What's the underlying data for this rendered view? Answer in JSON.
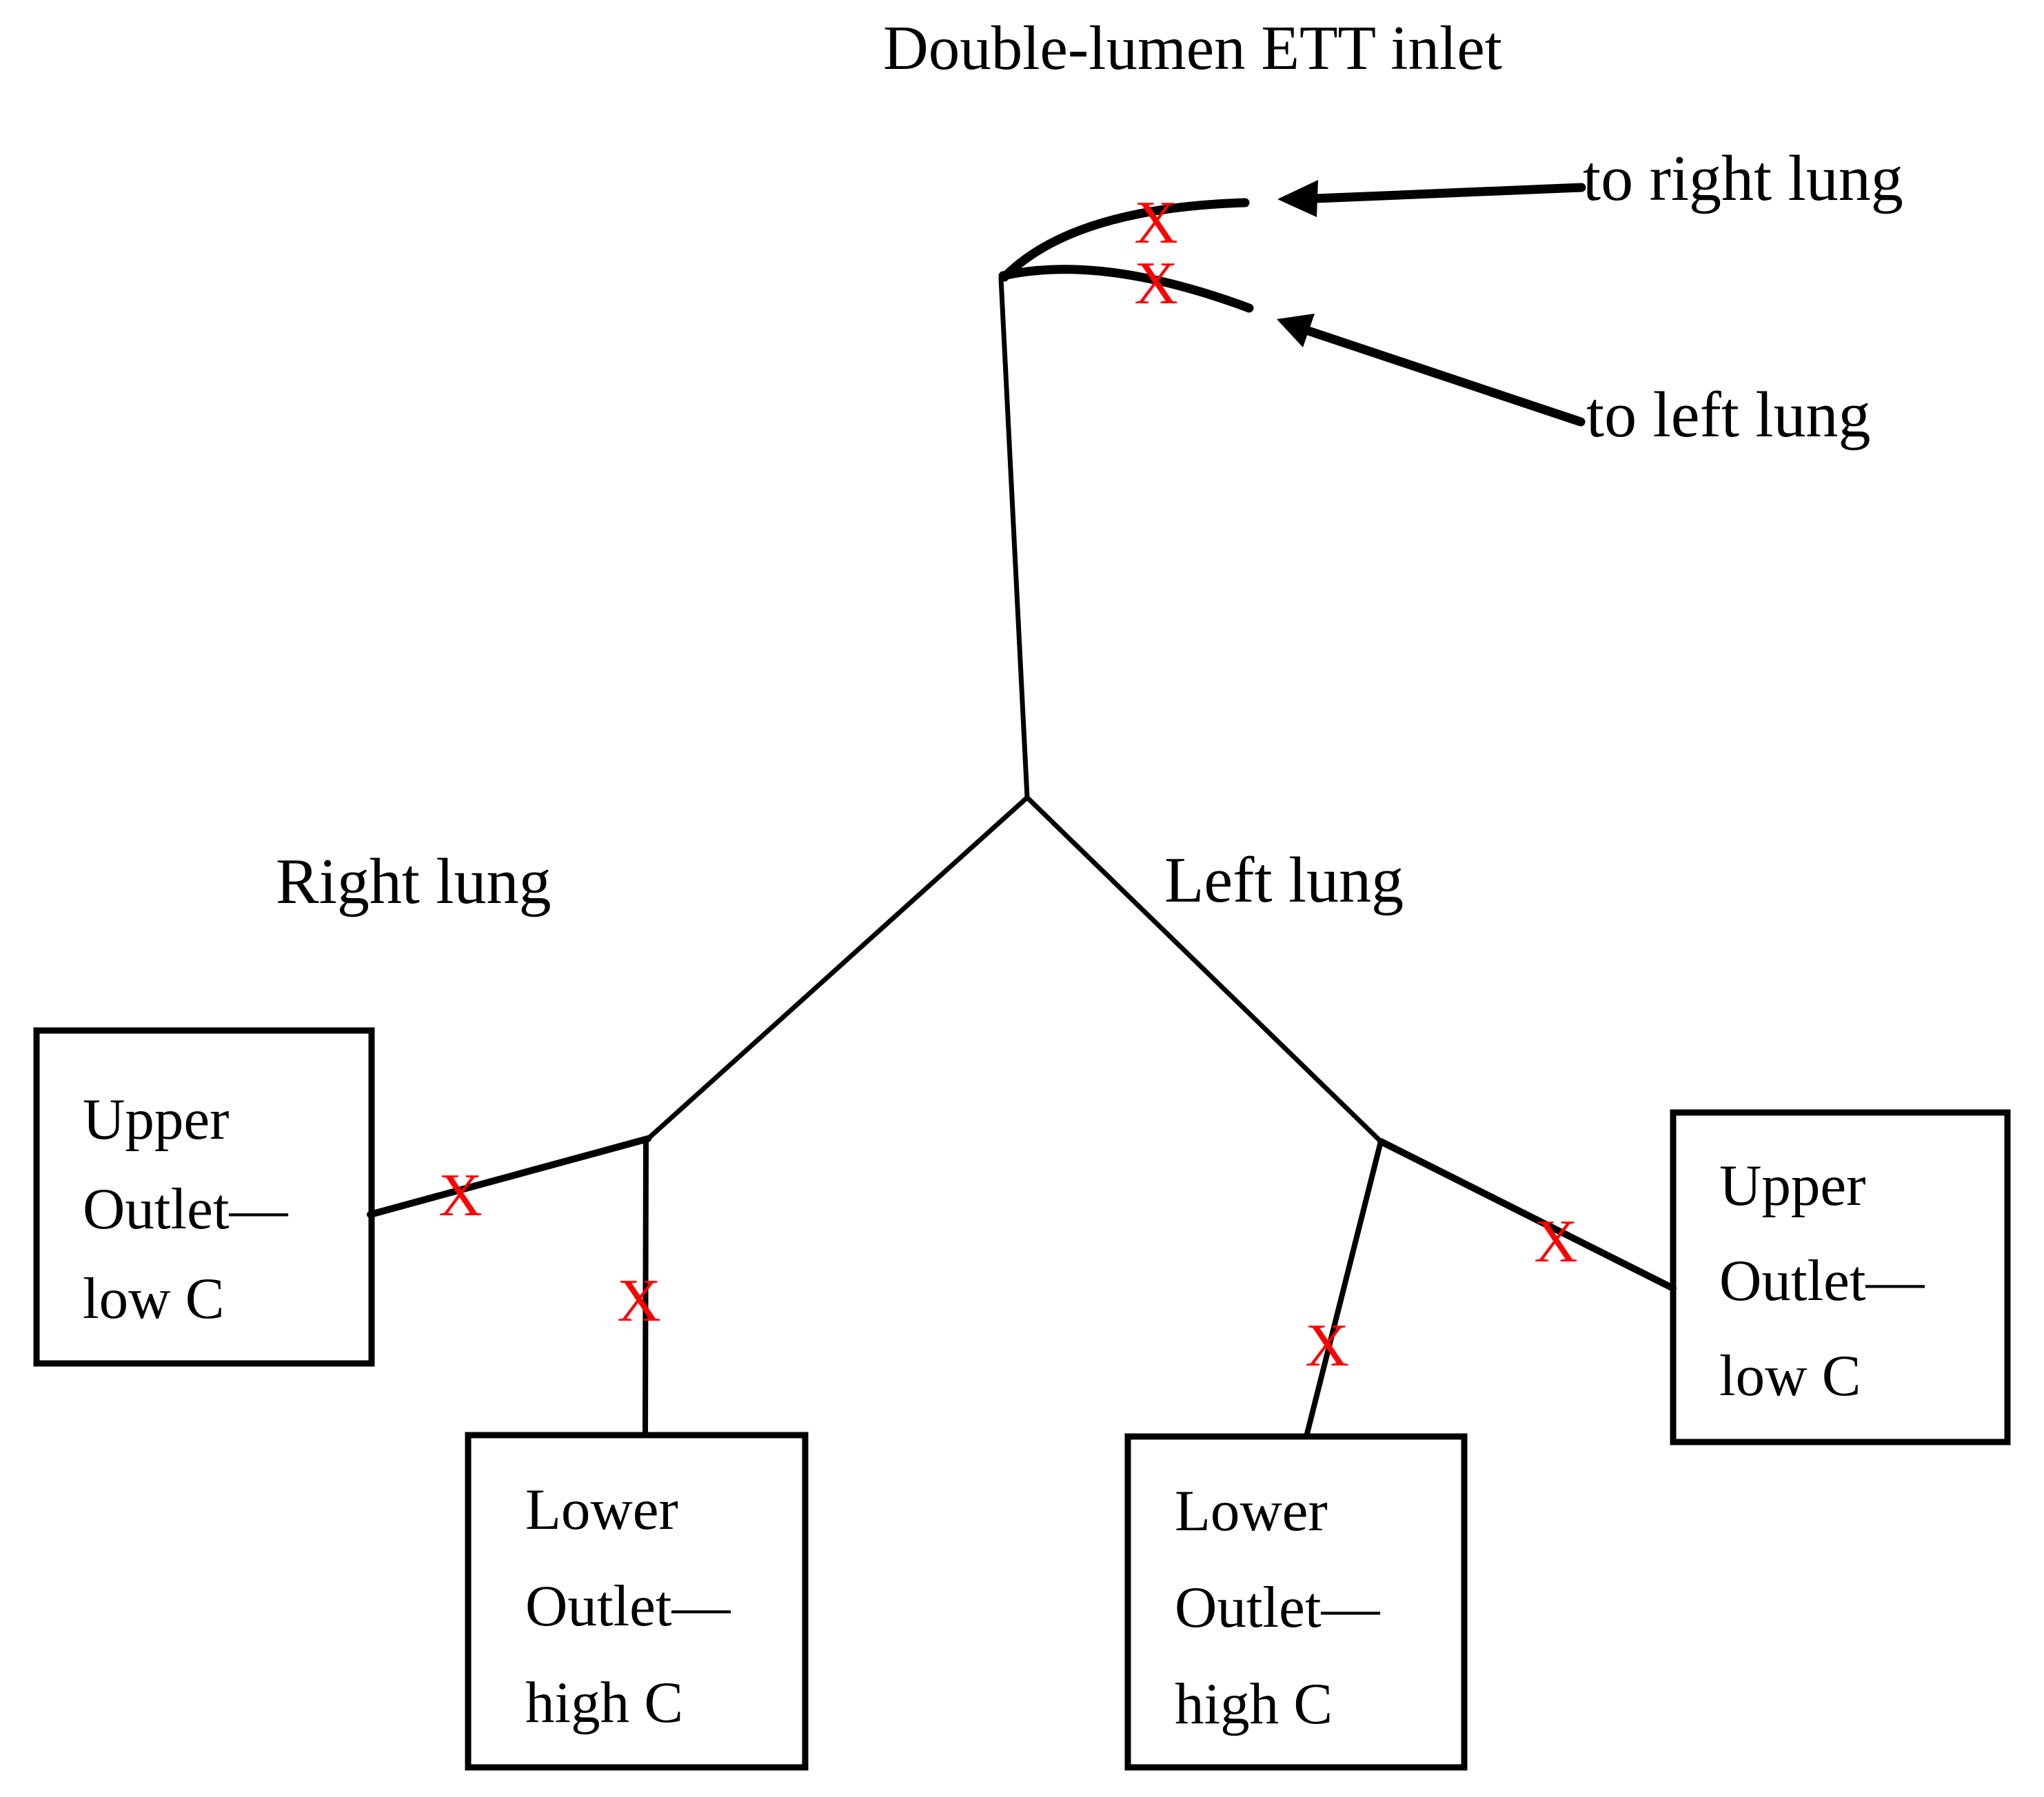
{
  "figure": {
    "title": "Double-lumen ETT inlet",
    "colors": {
      "line": "#000000",
      "occlusion_mark": "#ff0000",
      "background": "#ffffff"
    },
    "inlet": {
      "to_right_lung_label": "to right lung",
      "to_left_lung_label": "to left lung"
    },
    "lungs": {
      "right_label": "Right lung",
      "left_label": "Left lung"
    },
    "occlusion": {
      "glyph": "X",
      "count": 6
    },
    "boxes": {
      "right_upper": {
        "lines": [
          "Upper",
          "Outlet—",
          "low C"
        ]
      },
      "right_lower": {
        "lines": [
          "Lower",
          "Outlet—",
          "high C"
        ]
      },
      "left_lower": {
        "lines": [
          "Lower",
          "Outlet—",
          "high C"
        ]
      },
      "left_upper": {
        "lines": [
          "Upper",
          "Outlet—",
          "low C"
        ]
      }
    }
  }
}
